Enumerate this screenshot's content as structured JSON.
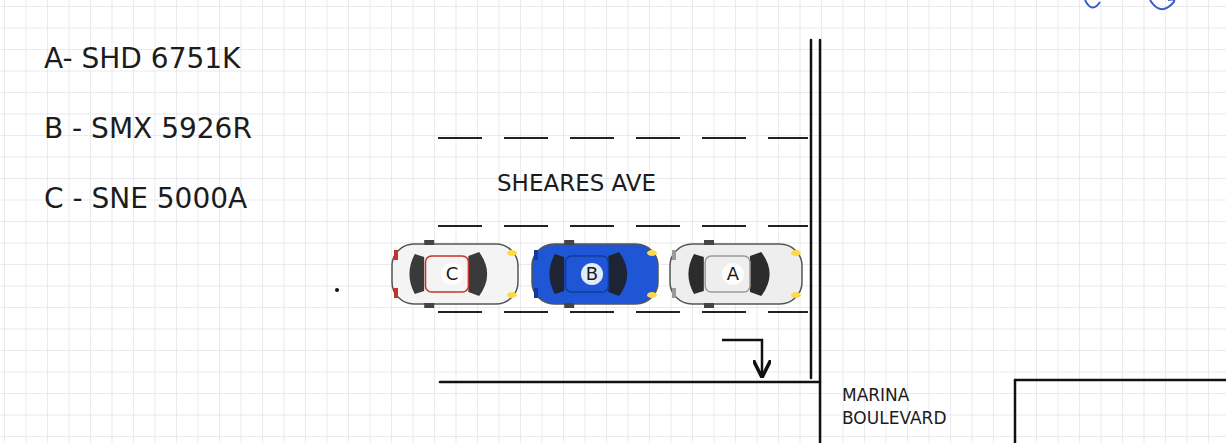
{
  "diagram": {
    "nodes": [
      {
        "text": [
          "C"
        ]
      },
      {
        "text": [
          "B"
        ]
      },
      {
        "text": [
          "A"
        ]
      }
    ],
    "labels": [
      "A- SHD 6751K",
      "B - SMX 5926R",
      "C - SNE 5000A",
      "SHEARES AVE",
      "MARINA BOULEVARD"
    ]
  }
}
